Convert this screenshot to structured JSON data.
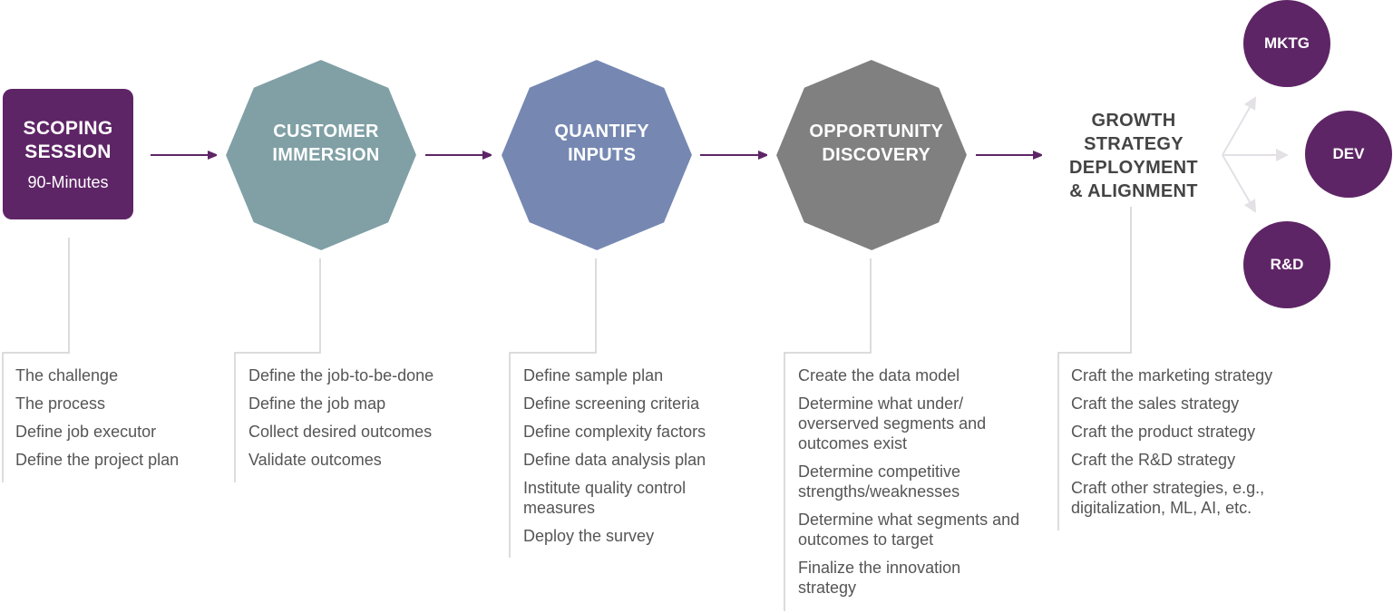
{
  "colors": {
    "purple": "#5e2566",
    "teal": "#80a0a5",
    "slate_blue": "#7688b2",
    "gray": "#808080",
    "connector": "#d0d0d0",
    "fan_arrow": "#e3e0e6",
    "text": "#555555",
    "heading_text": "#444444"
  },
  "stages": [
    {
      "id": "scoping-session",
      "shape": "rounded-square",
      "title": "SCOPING\nSESSION",
      "title_lines": [
        "SCOPING",
        "SESSION"
      ],
      "subtitle": "90-Minutes",
      "color": "#5e2566",
      "items": [
        "The challenge",
        "The process",
        "Define job executor",
        "Define the project plan"
      ]
    },
    {
      "id": "customer-immersion",
      "shape": "octagon",
      "title": "CUSTOMER\nIMMERSION",
      "color": "#80a0a5",
      "items": [
        "Define the job-to-be-done",
        "Define the job map",
        "Collect desired outcomes",
        "Validate outcomes"
      ]
    },
    {
      "id": "quantify-inputs",
      "shape": "octagon",
      "title": "QUANTIFY\nINPUTS",
      "color": "#7688b2",
      "items": [
        "Define sample plan",
        "Define screening criteria",
        "Define complexity factors",
        "Define data analysis plan",
        "Institute quality control measures",
        "Deploy the survey"
      ]
    },
    {
      "id": "opportunity-discovery",
      "shape": "octagon",
      "title": "OPPORTUNITY\nDISCOVERY",
      "color": "#808080",
      "items": [
        "Create the data model",
        "Determine what under/ overserved segments and outcomes exist",
        "Determine competitive strengths/weaknesses",
        "Determine what segments and outcomes to target",
        "Finalize the innovation strategy"
      ]
    },
    {
      "id": "growth-strategy",
      "shape": "text",
      "title": "GROWTH\nSTRATEGY\nDEPLOYMENT\n& ALIGNMENT",
      "items": [
        "Craft the marketing strategy",
        "Craft the sales strategy",
        "Craft the product strategy",
        "Craft the R&D strategy",
        "Craft other strategies, e.g., digitalization, ML, AI, etc."
      ]
    }
  ],
  "outputs": [
    {
      "id": "mktg",
      "label": "MKTG"
    },
    {
      "id": "dev",
      "label": "DEV"
    },
    {
      "id": "rnd",
      "label": "R&D"
    }
  ]
}
